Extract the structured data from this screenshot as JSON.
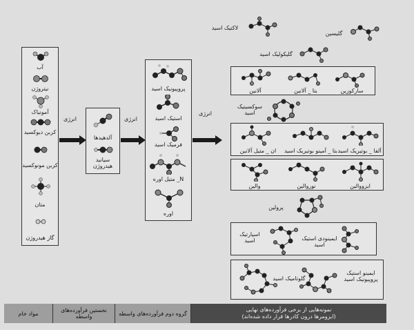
{
  "raw": {
    "items": [
      "آب",
      "نیتروژن",
      "آمونیاک",
      "کربن دیوکسید",
      "کربن مونوکسید",
      "متان",
      "گاز هیدروژن"
    ]
  },
  "stage1": {
    "items": [
      "آلدهیدها",
      "سیانید هیدروژن"
    ]
  },
  "stage2": {
    "items": [
      "پروپیونیک اسید",
      "استیک اسید",
      "فرمیک اسید",
      "N_ متیل اوره",
      "اوره"
    ]
  },
  "energy_label": "انرژی",
  "final": {
    "lactic": "لاکتیک اسید",
    "glycine": "گلیسین",
    "glycolic": "گلیکولیک اسید",
    "row1": [
      "سارکوزین",
      "بتا _ آلانین",
      "آلانین"
    ],
    "succinic": "سوکسینیک اسید",
    "row2": [
      "آلفا _ بوتیریک اسید",
      "بتا _ آمینو بوتیریک اسید",
      "ان _ متیل آلانین"
    ],
    "row3": [
      "ایزووالین",
      "نوروالین",
      "والین"
    ],
    "proline": "پرولین",
    "row4": [
      "ایمینودی استیک اسید",
      "اسپارتیک اسید"
    ],
    "row5": [
      "ایمینو استیک پروپیونیک اسید",
      "گلوتامیک اسید"
    ]
  },
  "footer": {
    "raw": "مواد خام",
    "first": "نخستین فرآورده‌های واسطه",
    "second": "گروه دوم فرآورده‌های واسطه",
    "final_line1": "نمونه‌هایی از برخی فرآورده‌های نهایی",
    "final_line2": "(ایزومرها درون کادرها قرار داده شده‌اند)"
  }
}
